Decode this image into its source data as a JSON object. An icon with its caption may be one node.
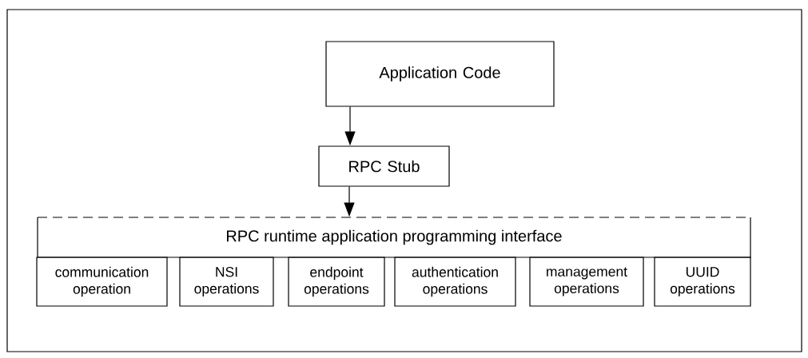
{
  "diagram": {
    "nodes": [
      {
        "text": [
          "Application Code"
        ]
      },
      {
        "text": [
          "RPC Stub"
        ]
      },
      {
        "text": [
          "RPC runtime application programming interface"
        ]
      },
      {
        "text": [
          "communication operation"
        ]
      },
      {
        "text": [
          "NSI operations"
        ]
      },
      {
        "text": [
          "endpoint operations"
        ]
      },
      {
        "text": [
          "authentication operations"
        ]
      },
      {
        "text": [
          "management operations"
        ]
      },
      {
        "text": [
          "UUID operations"
        ]
      }
    ],
    "edges": [
      {
        "from": 0,
        "to": 1,
        "arrow": "to"
      },
      {
        "from": 1,
        "to": 2,
        "arrow": "to"
      }
    ]
  }
}
